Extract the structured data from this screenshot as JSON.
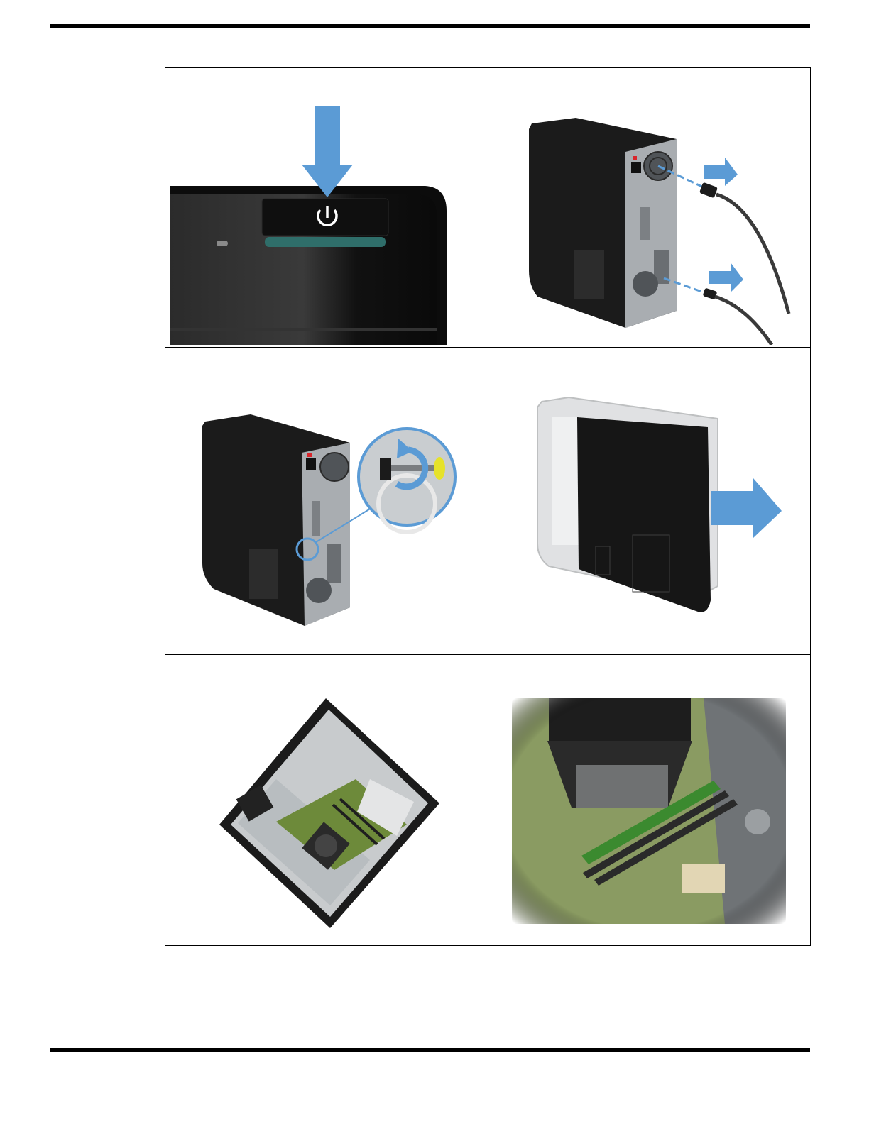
{
  "colors": {
    "arrow": "#5b9bd5",
    "chassis": "#1c1c1c",
    "panel": "#b9bcbf",
    "board": "#6d8a3a",
    "memory": "#3b8a2f",
    "screw": "#e6e22a"
  },
  "steps": [
    {
      "id": "press-power-button",
      "icon": "power-icon"
    },
    {
      "id": "disconnect-cables",
      "icon": "cable-plug-icon"
    },
    {
      "id": "loosen-thumbscrew",
      "icon": "rotate-arrow-icon"
    },
    {
      "id": "slide-off-side-panel",
      "icon": "right-arrow-icon"
    },
    {
      "id": "open-chassis-view",
      "icon": "chassis-icon"
    },
    {
      "id": "memory-slots-view",
      "icon": "dimm-icon"
    }
  ]
}
